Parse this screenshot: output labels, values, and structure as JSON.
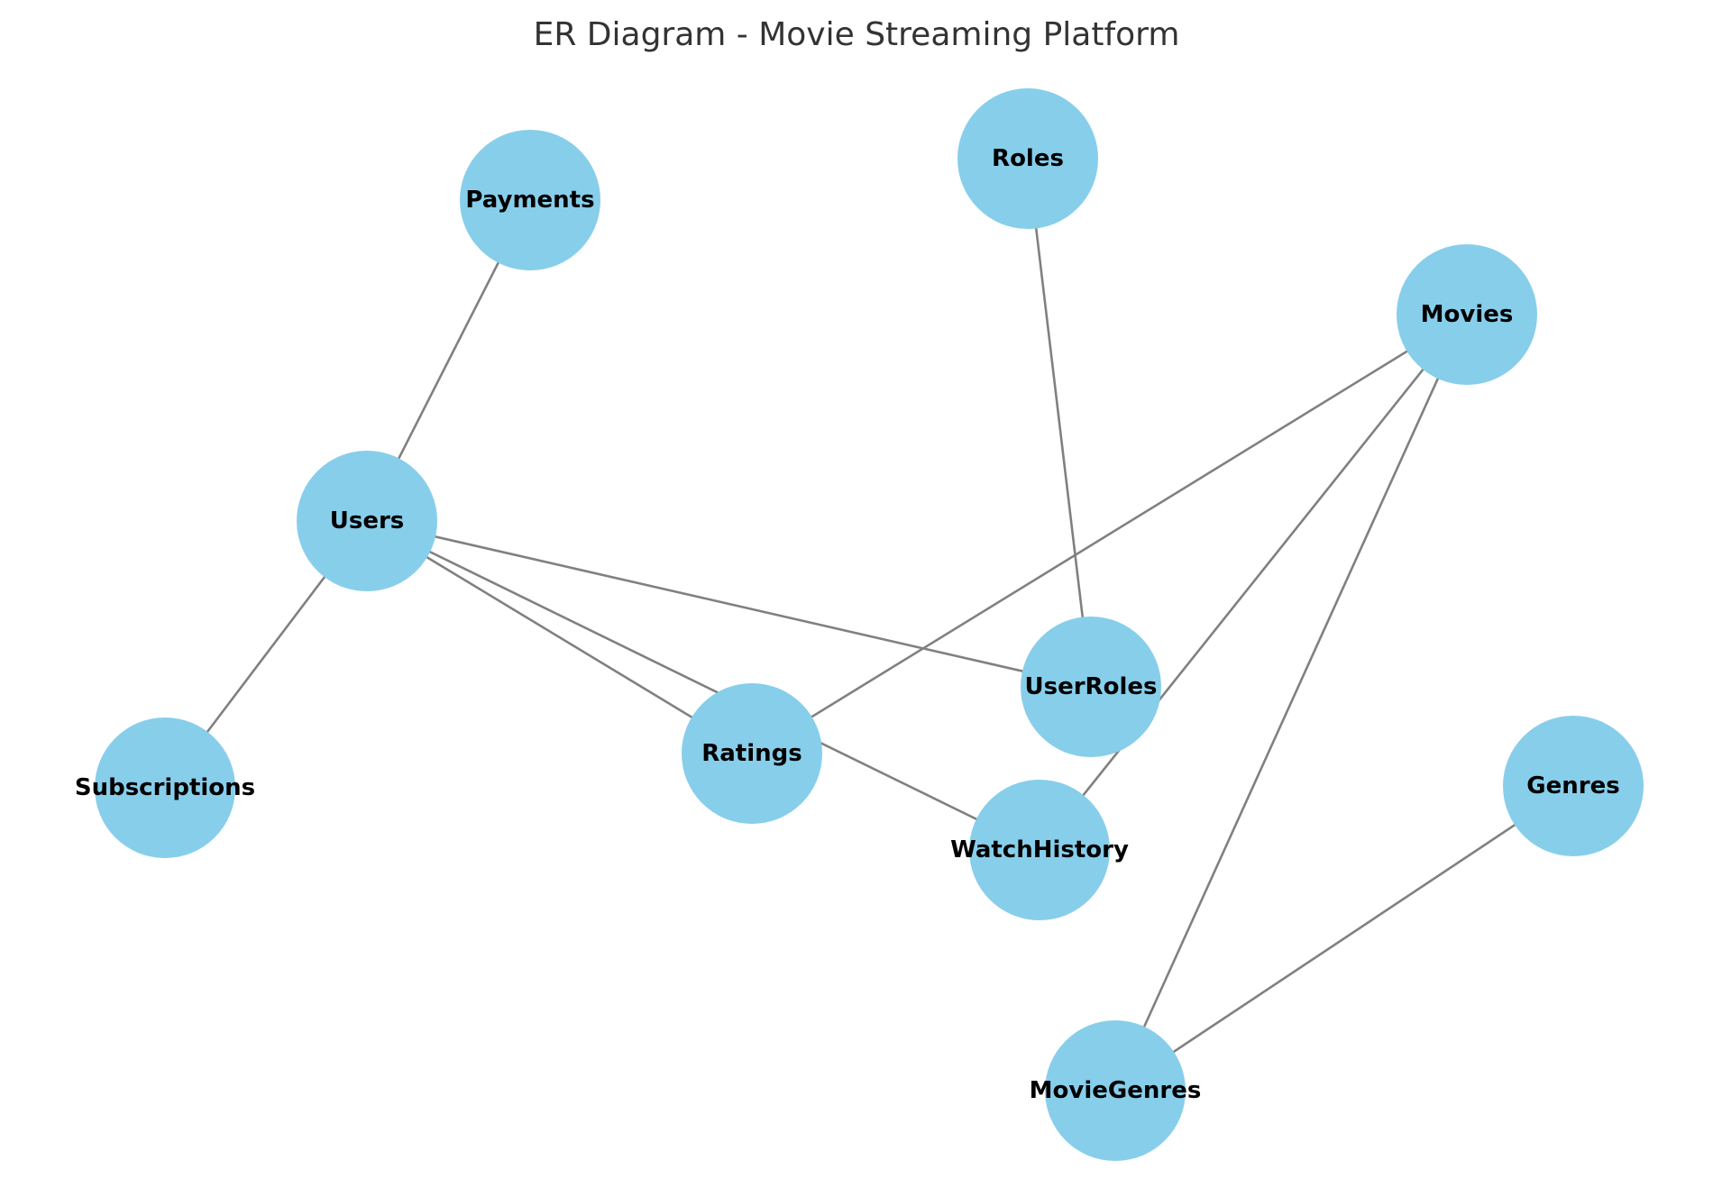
{
  "title": "ER Diagram - Movie Streaming Platform",
  "colors": {
    "node_fill": "#87CEEB",
    "edge": "#808080",
    "label": "#000000",
    "title": "#333333"
  },
  "nodes": [
    {
      "id": "users",
      "label": "Users"
    },
    {
      "id": "payments",
      "label": "Payments"
    },
    {
      "id": "roles",
      "label": "Roles"
    },
    {
      "id": "movies",
      "label": "Movies"
    },
    {
      "id": "userroles",
      "label": "UserRoles"
    },
    {
      "id": "ratings",
      "label": "Ratings"
    },
    {
      "id": "watchhistory",
      "label": "WatchHistory"
    },
    {
      "id": "subscriptions",
      "label": "Subscriptions"
    },
    {
      "id": "genres",
      "label": "Genres"
    },
    {
      "id": "moviegenres",
      "label": "MovieGenres"
    }
  ],
  "edges": [
    [
      "users",
      "payments"
    ],
    [
      "users",
      "subscriptions"
    ],
    [
      "users",
      "userroles"
    ],
    [
      "users",
      "ratings"
    ],
    [
      "users",
      "watchhistory"
    ],
    [
      "roles",
      "userroles"
    ],
    [
      "movies",
      "ratings"
    ],
    [
      "movies",
      "watchhistory"
    ],
    [
      "movies",
      "moviegenres"
    ],
    [
      "genres",
      "moviegenres"
    ]
  ]
}
